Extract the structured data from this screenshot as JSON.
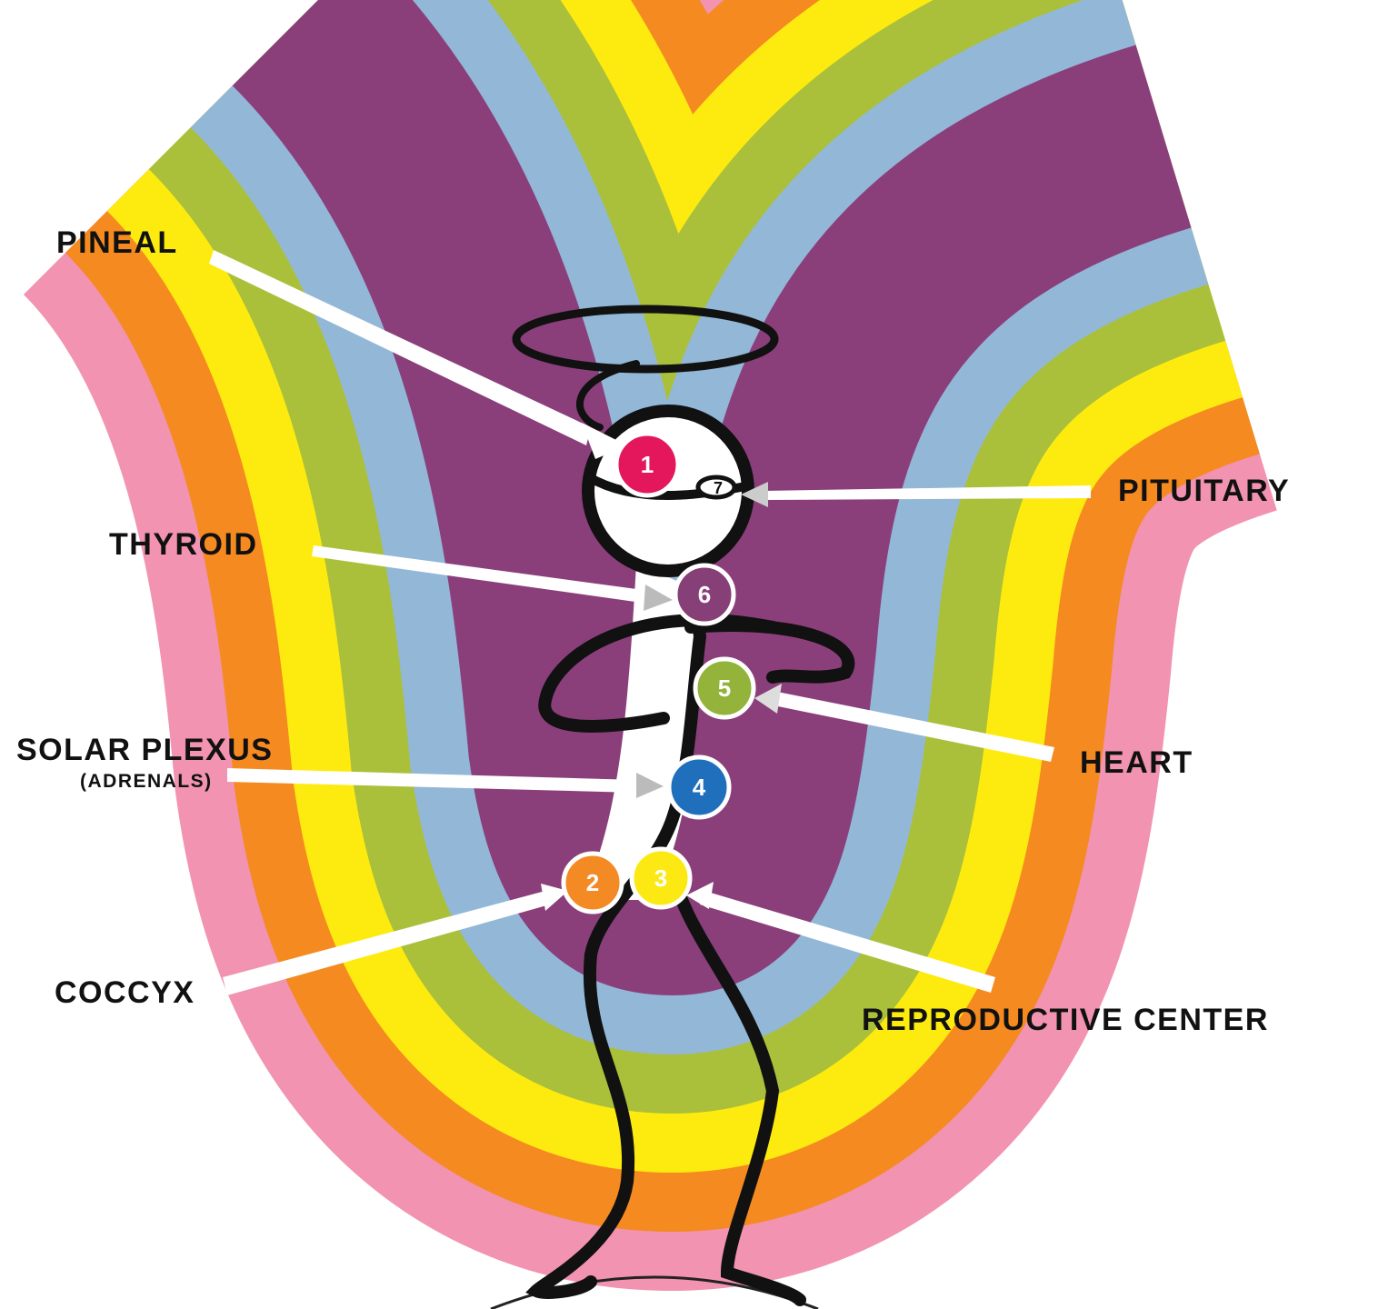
{
  "labels": {
    "pineal": "PINEAL",
    "pituitary": "PITUITARY",
    "thyroid": "THYROID",
    "solar_plexus": "SOLAR PLEXUS",
    "adrenals": "(ADRENALS)",
    "heart": "HEART",
    "coccyx": "COCCYX",
    "reproductive": "REPRODUCTIVE CENTER"
  },
  "chakras": [
    {
      "number": "1",
      "color": "#e4175d"
    },
    {
      "number": "2",
      "color": "#f48a24"
    },
    {
      "number": "3",
      "color": "#fce812"
    },
    {
      "number": "4",
      "color": "#1f6fbc"
    },
    {
      "number": "5",
      "color": "#93b33a"
    },
    {
      "number": "6",
      "color": "#873f78"
    },
    {
      "number": "7",
      "color": "#ffffff"
    }
  ],
  "bands": [
    "#f193b1",
    "#f58a20",
    "#fdeb10",
    "#aac03a",
    "#93b7d7",
    "#8a3f7b"
  ]
}
